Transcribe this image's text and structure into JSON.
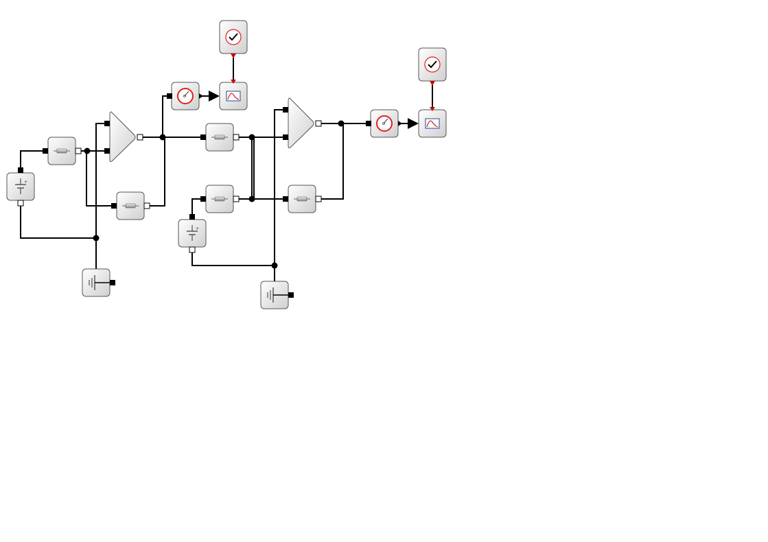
{
  "diagram": {
    "kind": "xcos-block-diagram",
    "blocks": [
      {
        "id": "clock-1",
        "type": "clock",
        "icon": "clock-icon"
      },
      {
        "id": "clock-2",
        "type": "clock",
        "icon": "clock-icon"
      },
      {
        "id": "voltmeter-1",
        "type": "voltage-sensor",
        "icon": "voltmeter-icon"
      },
      {
        "id": "voltmeter-2",
        "type": "voltage-sensor",
        "icon": "voltmeter-icon"
      },
      {
        "id": "scope-1",
        "type": "scope",
        "icon": "scope-icon"
      },
      {
        "id": "scope-2",
        "type": "scope",
        "icon": "scope-icon"
      },
      {
        "id": "opamp-1",
        "type": "op-amp",
        "icon": "opamp-icon"
      },
      {
        "id": "opamp-2",
        "type": "op-amp",
        "icon": "opamp-icon"
      },
      {
        "id": "resistor-1",
        "type": "resistor",
        "icon": "resistor-icon"
      },
      {
        "id": "resistor-2",
        "type": "resistor",
        "icon": "resistor-icon"
      },
      {
        "id": "resistor-3",
        "type": "resistor",
        "icon": "resistor-icon"
      },
      {
        "id": "resistor-4",
        "type": "resistor",
        "icon": "resistor-icon"
      },
      {
        "id": "resistor-5",
        "type": "resistor",
        "icon": "resistor-icon"
      },
      {
        "id": "source-1",
        "type": "dc-voltage-source",
        "icon": "battery-icon"
      },
      {
        "id": "source-2",
        "type": "dc-voltage-source",
        "icon": "battery-icon"
      },
      {
        "id": "ground-1",
        "type": "ground",
        "icon": "ground-icon"
      },
      {
        "id": "ground-2",
        "type": "ground",
        "icon": "ground-icon"
      }
    ],
    "colors": {
      "block_fill_top": "#ffffff",
      "block_fill_bottom": "#d4d4d4",
      "event_link": "#cc0000",
      "clock_dial": "#e02020",
      "scope_curve": "#cc2222",
      "scope_frame": "#4466aa"
    }
  }
}
